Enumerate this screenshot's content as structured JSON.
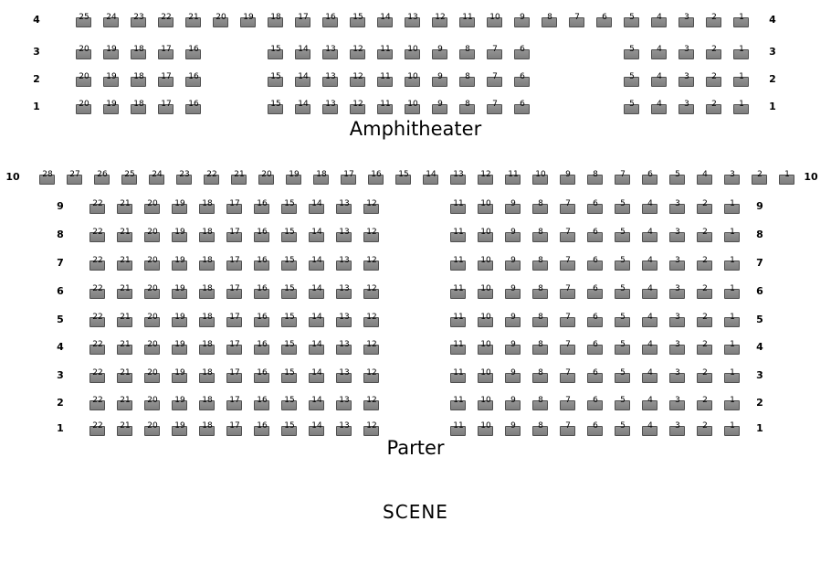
{
  "page": {
    "background": "#ffffff"
  },
  "seat_style": {
    "fill": "#939393",
    "fill_dark": "#7e7e7e",
    "border": "#4f4f4f",
    "number_color": "#000000"
  },
  "stage_label": "SCENE",
  "sections": [
    {
      "id": "amphitheater",
      "title": "Amphitheater",
      "rows": [
        {
          "label": "4",
          "groups": [
            {
              "seats": [
                25,
                24,
                23,
                22,
                21,
                20,
                19,
                18,
                17,
                16,
                15,
                14,
                13,
                12,
                11,
                10,
                9,
                8,
                7,
                6,
                5,
                4,
                3,
                2,
                1
              ]
            }
          ]
        },
        {
          "label": "3",
          "groups": [
            {
              "seats": [
                20,
                19,
                18,
                17,
                16
              ]
            },
            {
              "seats": [
                15,
                14,
                13,
                12,
                11,
                10,
                9,
                8,
                7,
                6
              ]
            },
            {
              "seats": [
                5,
                4,
                3,
                2,
                1
              ]
            }
          ]
        },
        {
          "label": "2",
          "groups": [
            {
              "seats": [
                20,
                19,
                18,
                17,
                16
              ]
            },
            {
              "seats": [
                15,
                14,
                13,
                12,
                11,
                10,
                9,
                8,
                7,
                6
              ]
            },
            {
              "seats": [
                5,
                4,
                3,
                2,
                1
              ]
            }
          ]
        },
        {
          "label": "1",
          "groups": [
            {
              "seats": [
                20,
                19,
                18,
                17,
                16
              ]
            },
            {
              "seats": [
                15,
                14,
                13,
                12,
                11,
                10,
                9,
                8,
                7,
                6
              ]
            },
            {
              "seats": [
                5,
                4,
                3,
                2,
                1
              ]
            }
          ]
        }
      ]
    },
    {
      "id": "parter",
      "title": "Parter",
      "rows": [
        {
          "label": "10",
          "groups": [
            {
              "seats": [
                28,
                27,
                26,
                25,
                24,
                23,
                22,
                21,
                20,
                19,
                18,
                17,
                16,
                15,
                14,
                13,
                12,
                11,
                10,
                9,
                8,
                7,
                6,
                5,
                4,
                3,
                2,
                1
              ]
            }
          ]
        },
        {
          "label": "9",
          "groups": [
            {
              "seats": [
                22,
                21,
                20,
                19,
                18,
                17,
                16,
                15,
                14,
                13,
                12
              ]
            },
            {
              "seats": [
                11,
                10,
                9,
                8,
                7,
                6,
                5,
                4,
                3,
                2,
                1
              ]
            }
          ]
        },
        {
          "label": "8",
          "groups": [
            {
              "seats": [
                22,
                21,
                20,
                19,
                18,
                17,
                16,
                15,
                14,
                13,
                12
              ]
            },
            {
              "seats": [
                11,
                10,
                9,
                8,
                7,
                6,
                5,
                4,
                3,
                2,
                1
              ]
            }
          ]
        },
        {
          "label": "7",
          "groups": [
            {
              "seats": [
                22,
                21,
                20,
                19,
                18,
                17,
                16,
                15,
                14,
                13,
                12
              ]
            },
            {
              "seats": [
                11,
                10,
                9,
                8,
                7,
                6,
                5,
                4,
                3,
                2,
                1
              ]
            }
          ]
        },
        {
          "label": "6",
          "groups": [
            {
              "seats": [
                22,
                21,
                20,
                19,
                18,
                17,
                16,
                15,
                14,
                13,
                12
              ]
            },
            {
              "seats": [
                11,
                10,
                9,
                8,
                7,
                6,
                5,
                4,
                3,
                2,
                1
              ]
            }
          ]
        },
        {
          "label": "5",
          "groups": [
            {
              "seats": [
                22,
                21,
                20,
                19,
                18,
                17,
                16,
                15,
                14,
                13,
                12
              ]
            },
            {
              "seats": [
                11,
                10,
                9,
                8,
                7,
                6,
                5,
                4,
                3,
                2,
                1
              ]
            }
          ]
        },
        {
          "label": "4",
          "groups": [
            {
              "seats": [
                22,
                21,
                20,
                19,
                18,
                17,
                16,
                15,
                14,
                13,
                12
              ]
            },
            {
              "seats": [
                11,
                10,
                9,
                8,
                7,
                6,
                5,
                4,
                3,
                2,
                1
              ]
            }
          ]
        },
        {
          "label": "3",
          "groups": [
            {
              "seats": [
                22,
                21,
                20,
                19,
                18,
                17,
                16,
                15,
                14,
                13,
                12
              ]
            },
            {
              "seats": [
                11,
                10,
                9,
                8,
                7,
                6,
                5,
                4,
                3,
                2,
                1
              ]
            }
          ]
        },
        {
          "label": "2",
          "groups": [
            {
              "seats": [
                22,
                21,
                20,
                19,
                18,
                17,
                16,
                15,
                14,
                13,
                12
              ]
            },
            {
              "seats": [
                11,
                10,
                9,
                8,
                7,
                6,
                5,
                4,
                3,
                2,
                1
              ]
            }
          ]
        },
        {
          "label": "1",
          "groups": [
            {
              "seats": [
                22,
                21,
                20,
                19,
                18,
                17,
                16,
                15,
                14,
                13,
                12
              ]
            },
            {
              "seats": [
                11,
                10,
                9,
                8,
                7,
                6,
                5,
                4,
                3,
                2,
                1
              ]
            }
          ]
        }
      ]
    }
  ]
}
